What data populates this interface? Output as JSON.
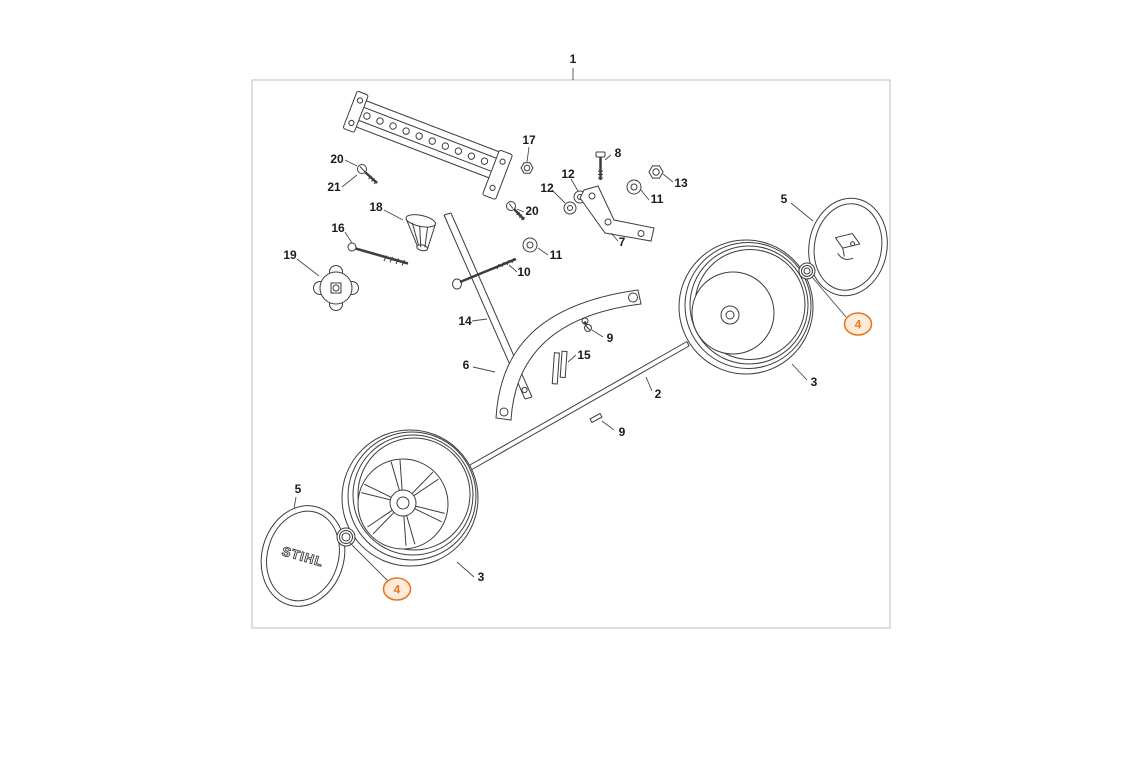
{
  "page": {
    "background_color": "#ffffff",
    "frame_border_color": "#c9c9c9",
    "line_color": "#3d3d3d",
    "highlight_color": "#e87722",
    "highlight_fill": "#fdecd9"
  },
  "diagram": {
    "name": "exploded-parts-diagram",
    "brand_logo_text": "STIHL",
    "callouts": [
      {
        "label": "1",
        "highlighted": false
      },
      {
        "label": "20",
        "highlighted": false
      },
      {
        "label": "21",
        "highlighted": false
      },
      {
        "label": "17",
        "highlighted": false
      },
      {
        "label": "8",
        "highlighted": false
      },
      {
        "label": "12",
        "highlighted": false
      },
      {
        "label": "12",
        "highlighted": false
      },
      {
        "label": "11",
        "highlighted": false
      },
      {
        "label": "13",
        "highlighted": false
      },
      {
        "label": "20",
        "highlighted": false
      },
      {
        "label": "7",
        "highlighted": false
      },
      {
        "label": "5",
        "highlighted": false
      },
      {
        "label": "4",
        "highlighted": true
      },
      {
        "label": "3",
        "highlighted": false
      },
      {
        "label": "18",
        "highlighted": false
      },
      {
        "label": "16",
        "highlighted": false
      },
      {
        "label": "19",
        "highlighted": false
      },
      {
        "label": "11",
        "highlighted": false
      },
      {
        "label": "10",
        "highlighted": false
      },
      {
        "label": "14",
        "highlighted": false
      },
      {
        "label": "9",
        "highlighted": false
      },
      {
        "label": "6",
        "highlighted": false
      },
      {
        "label": "15",
        "highlighted": false
      },
      {
        "label": "2",
        "highlighted": false
      },
      {
        "label": "9",
        "highlighted": false
      },
      {
        "label": "3",
        "highlighted": false
      },
      {
        "label": "5",
        "highlighted": false
      },
      {
        "label": "4",
        "highlighted": true
      }
    ]
  }
}
